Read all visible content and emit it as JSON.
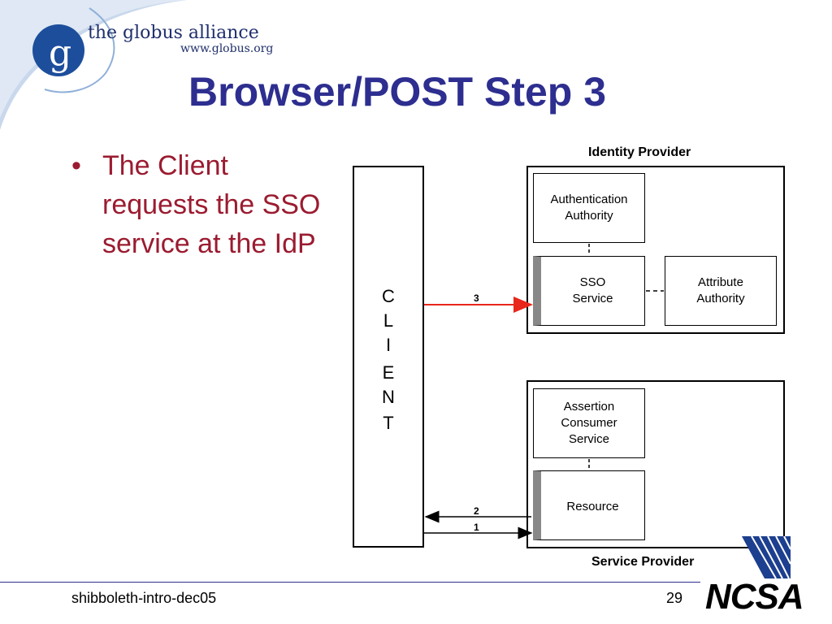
{
  "logo": {
    "org_name": "the globus alliance",
    "url": "www.globus.org",
    "glyph": "g"
  },
  "slide": {
    "title": "Browser/POST Step 3",
    "bullet": "The Client requests the SSO service at the IdP"
  },
  "diagram": {
    "identity_provider_label": "Identity Provider",
    "service_provider_label": "Service Provider",
    "client_letters": [
      "C",
      "L",
      "I",
      "E",
      "N",
      "T"
    ],
    "authentication_authority": [
      "Authentication",
      "Authority"
    ],
    "sso_service": [
      "SSO",
      "Service"
    ],
    "attribute_authority": [
      "Attribute",
      "Authority"
    ],
    "assertion_consumer_service": [
      "Assertion",
      "Consumer",
      "Service"
    ],
    "resource": "Resource",
    "arrow_labels": {
      "step3": "3",
      "step2": "2",
      "step1": "1"
    },
    "colors": {
      "active_arrow": "#e8261c",
      "arrow": "#000000",
      "side_bar": "#888888"
    }
  },
  "footer": {
    "left": "shibboleth-intro-dec05",
    "page_number": "29",
    "ncsa_logo": "NCSA"
  }
}
